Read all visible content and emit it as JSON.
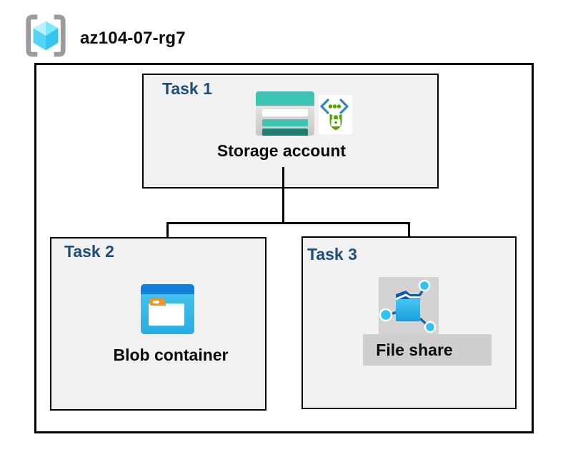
{
  "resource_group": {
    "name": "az104-07-rg7",
    "icon": "resource-group-icon"
  },
  "tasks": [
    {
      "label": "Task 1",
      "node": "Storage account",
      "icons": [
        "storage-account-icon",
        "sas-shield-lock-icon"
      ]
    },
    {
      "label": "Task 2",
      "node": "Blob container",
      "icons": [
        "blob-container-icon"
      ]
    },
    {
      "label": "Task 3",
      "node": "File share",
      "icons": [
        "file-share-icon"
      ]
    }
  ],
  "connections": [
    {
      "from": "Storage account",
      "to": "Blob container"
    },
    {
      "from": "Storage account",
      "to": "File share"
    }
  ],
  "colors": {
    "task_label": "#1F4E79",
    "box_fill": "#F1F1F1",
    "border": "#000000",
    "storage_teal": "#3CC3B1",
    "storage_teal_dark": "#1F7E71",
    "blob_blue": "#1280D8",
    "blob_cyan": "#3ABCE9",
    "folder_orange": "#F6921E",
    "sas_green": "#57A300",
    "sas_blue": "#2E86D1",
    "fileshare_cyan": "#2FC3F2",
    "fileshare_navy": "#0B5CAB",
    "highlight_gray": "#D2D2D2"
  }
}
